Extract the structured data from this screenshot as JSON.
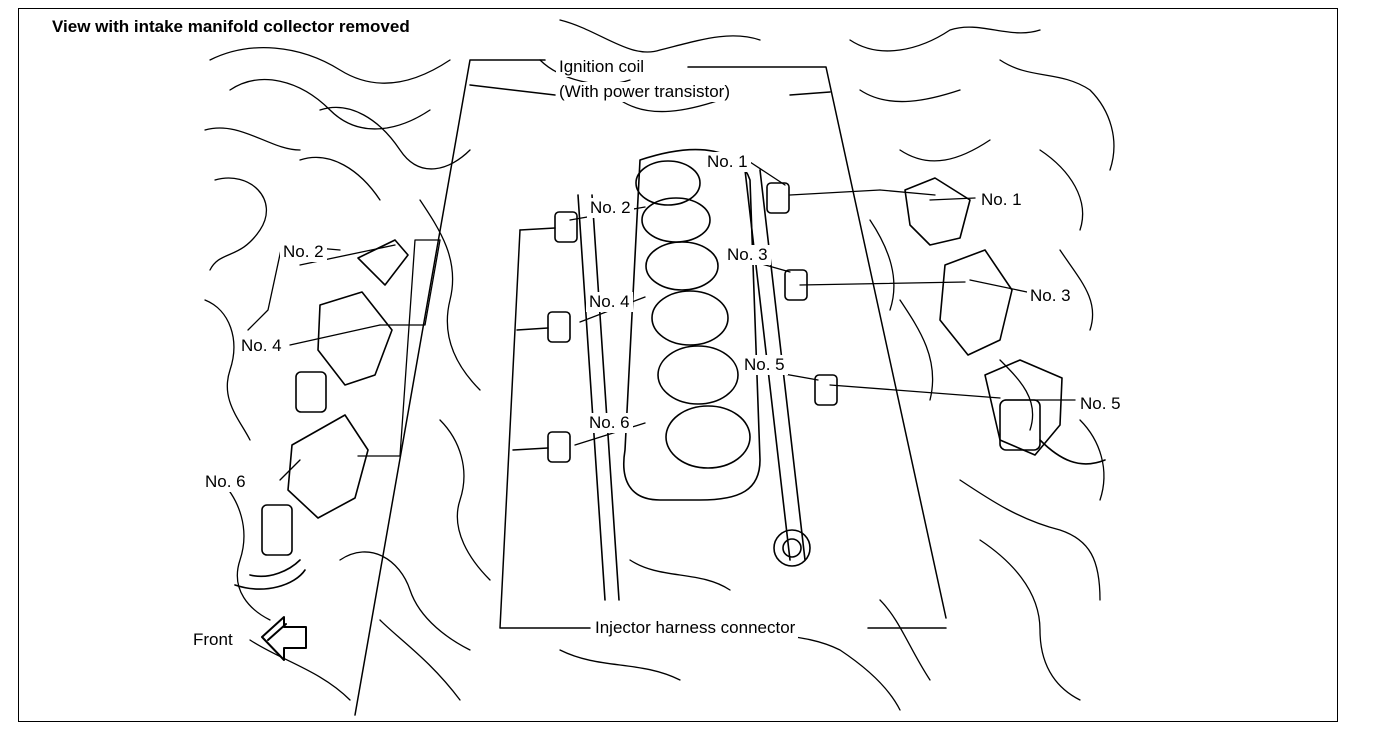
{
  "title": "View with intake manifold collector removed",
  "labels": {
    "ignition_coil": "Ignition coil",
    "power_transistor": "(With power transistor)",
    "injector_harness": "Injector harness connector",
    "front": "Front",
    "left_no2": "No. 2",
    "left_no4": "No. 4",
    "left_no6": "No. 6",
    "center_no1": "No. 1",
    "center_no2": "No. 2",
    "center_no3": "No. 3",
    "center_no4": "No. 4",
    "center_no5": "No. 5",
    "center_no6": "No. 6",
    "right_no1": "No. 1",
    "right_no3": "No. 3",
    "right_no5": "No. 5"
  },
  "colors": {
    "line": "#000000",
    "background": "#ffffff"
  },
  "icons": {
    "front_arrow": "left-arrow-icon"
  }
}
